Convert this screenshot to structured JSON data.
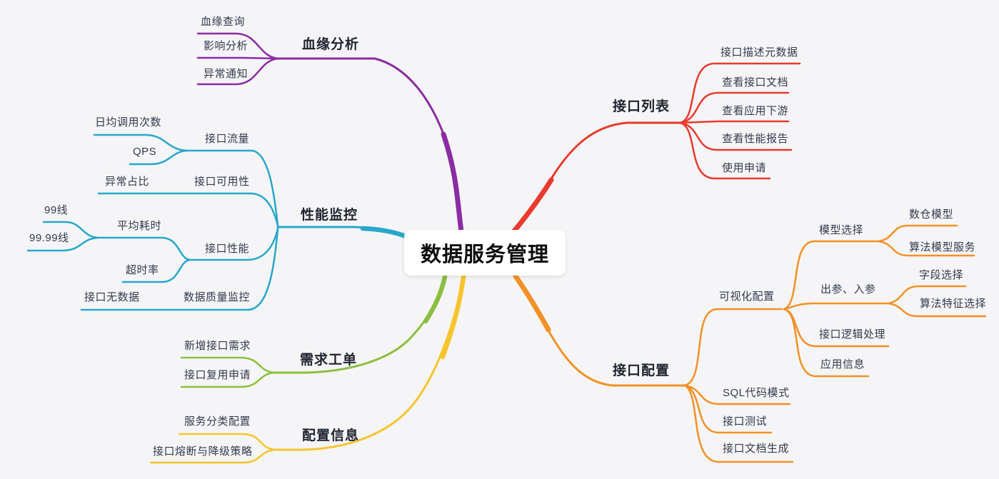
{
  "colors": {
    "lineage": "#8b2ca2",
    "performance": "#28a7cc",
    "demand": "#8bbf3f",
    "config_info": "#f6c52e",
    "api_list": "#e93a2e",
    "api_config": "#f29127"
  },
  "map": {
    "root": "数据服务管理",
    "left": [
      {
        "label": "血缘分析",
        "children": [
          {
            "label": "血缘查询"
          },
          {
            "label": "影响分析"
          },
          {
            "label": "异常通知"
          }
        ]
      },
      {
        "label": "性能监控",
        "children": [
          {
            "label": "接口流量",
            "children": [
              {
                "label": "日均调用次数"
              },
              {
                "label": "QPS"
              }
            ]
          },
          {
            "label": "接口可用性",
            "children": [
              {
                "label": "异常占比"
              }
            ]
          },
          {
            "label": "接口性能",
            "children": [
              {
                "label": "平均耗时",
                "children": [
                  {
                    "label": "99线"
                  },
                  {
                    "label": "99.99线"
                  }
                ]
              },
              {
                "label": "超时率"
              }
            ]
          },
          {
            "label": "数据质量监控",
            "children": [
              {
                "label": "接口无数据"
              }
            ]
          }
        ]
      },
      {
        "label": "需求工单",
        "children": [
          {
            "label": "新增接口需求"
          },
          {
            "label": "接口复用申请"
          }
        ]
      },
      {
        "label": "配置信息",
        "children": [
          {
            "label": "服务分类配置"
          },
          {
            "label": "接口熔断与降级策略"
          }
        ]
      }
    ],
    "right": [
      {
        "label": "接口列表",
        "children": [
          {
            "label": "接口描述元数据"
          },
          {
            "label": "查看接口文档"
          },
          {
            "label": "查看应用下游"
          },
          {
            "label": "查看性能报告"
          },
          {
            "label": "使用申请"
          }
        ]
      },
      {
        "label": "接口配置",
        "children": [
          {
            "label": "可视化配置",
            "children": [
              {
                "label": "模型选择",
                "children": [
                  {
                    "label": "数仓模型"
                  },
                  {
                    "label": "算法模型服务"
                  }
                ]
              },
              {
                "label": "出参、入参",
                "children": [
                  {
                    "label": "字段选择"
                  },
                  {
                    "label": "算法特征选择"
                  }
                ]
              },
              {
                "label": "接口逻辑处理"
              },
              {
                "label": "应用信息"
              }
            ]
          },
          {
            "label": "SQL代码模式"
          },
          {
            "label": "接口测试"
          },
          {
            "label": "接口文档生成"
          }
        ]
      }
    ]
  }
}
